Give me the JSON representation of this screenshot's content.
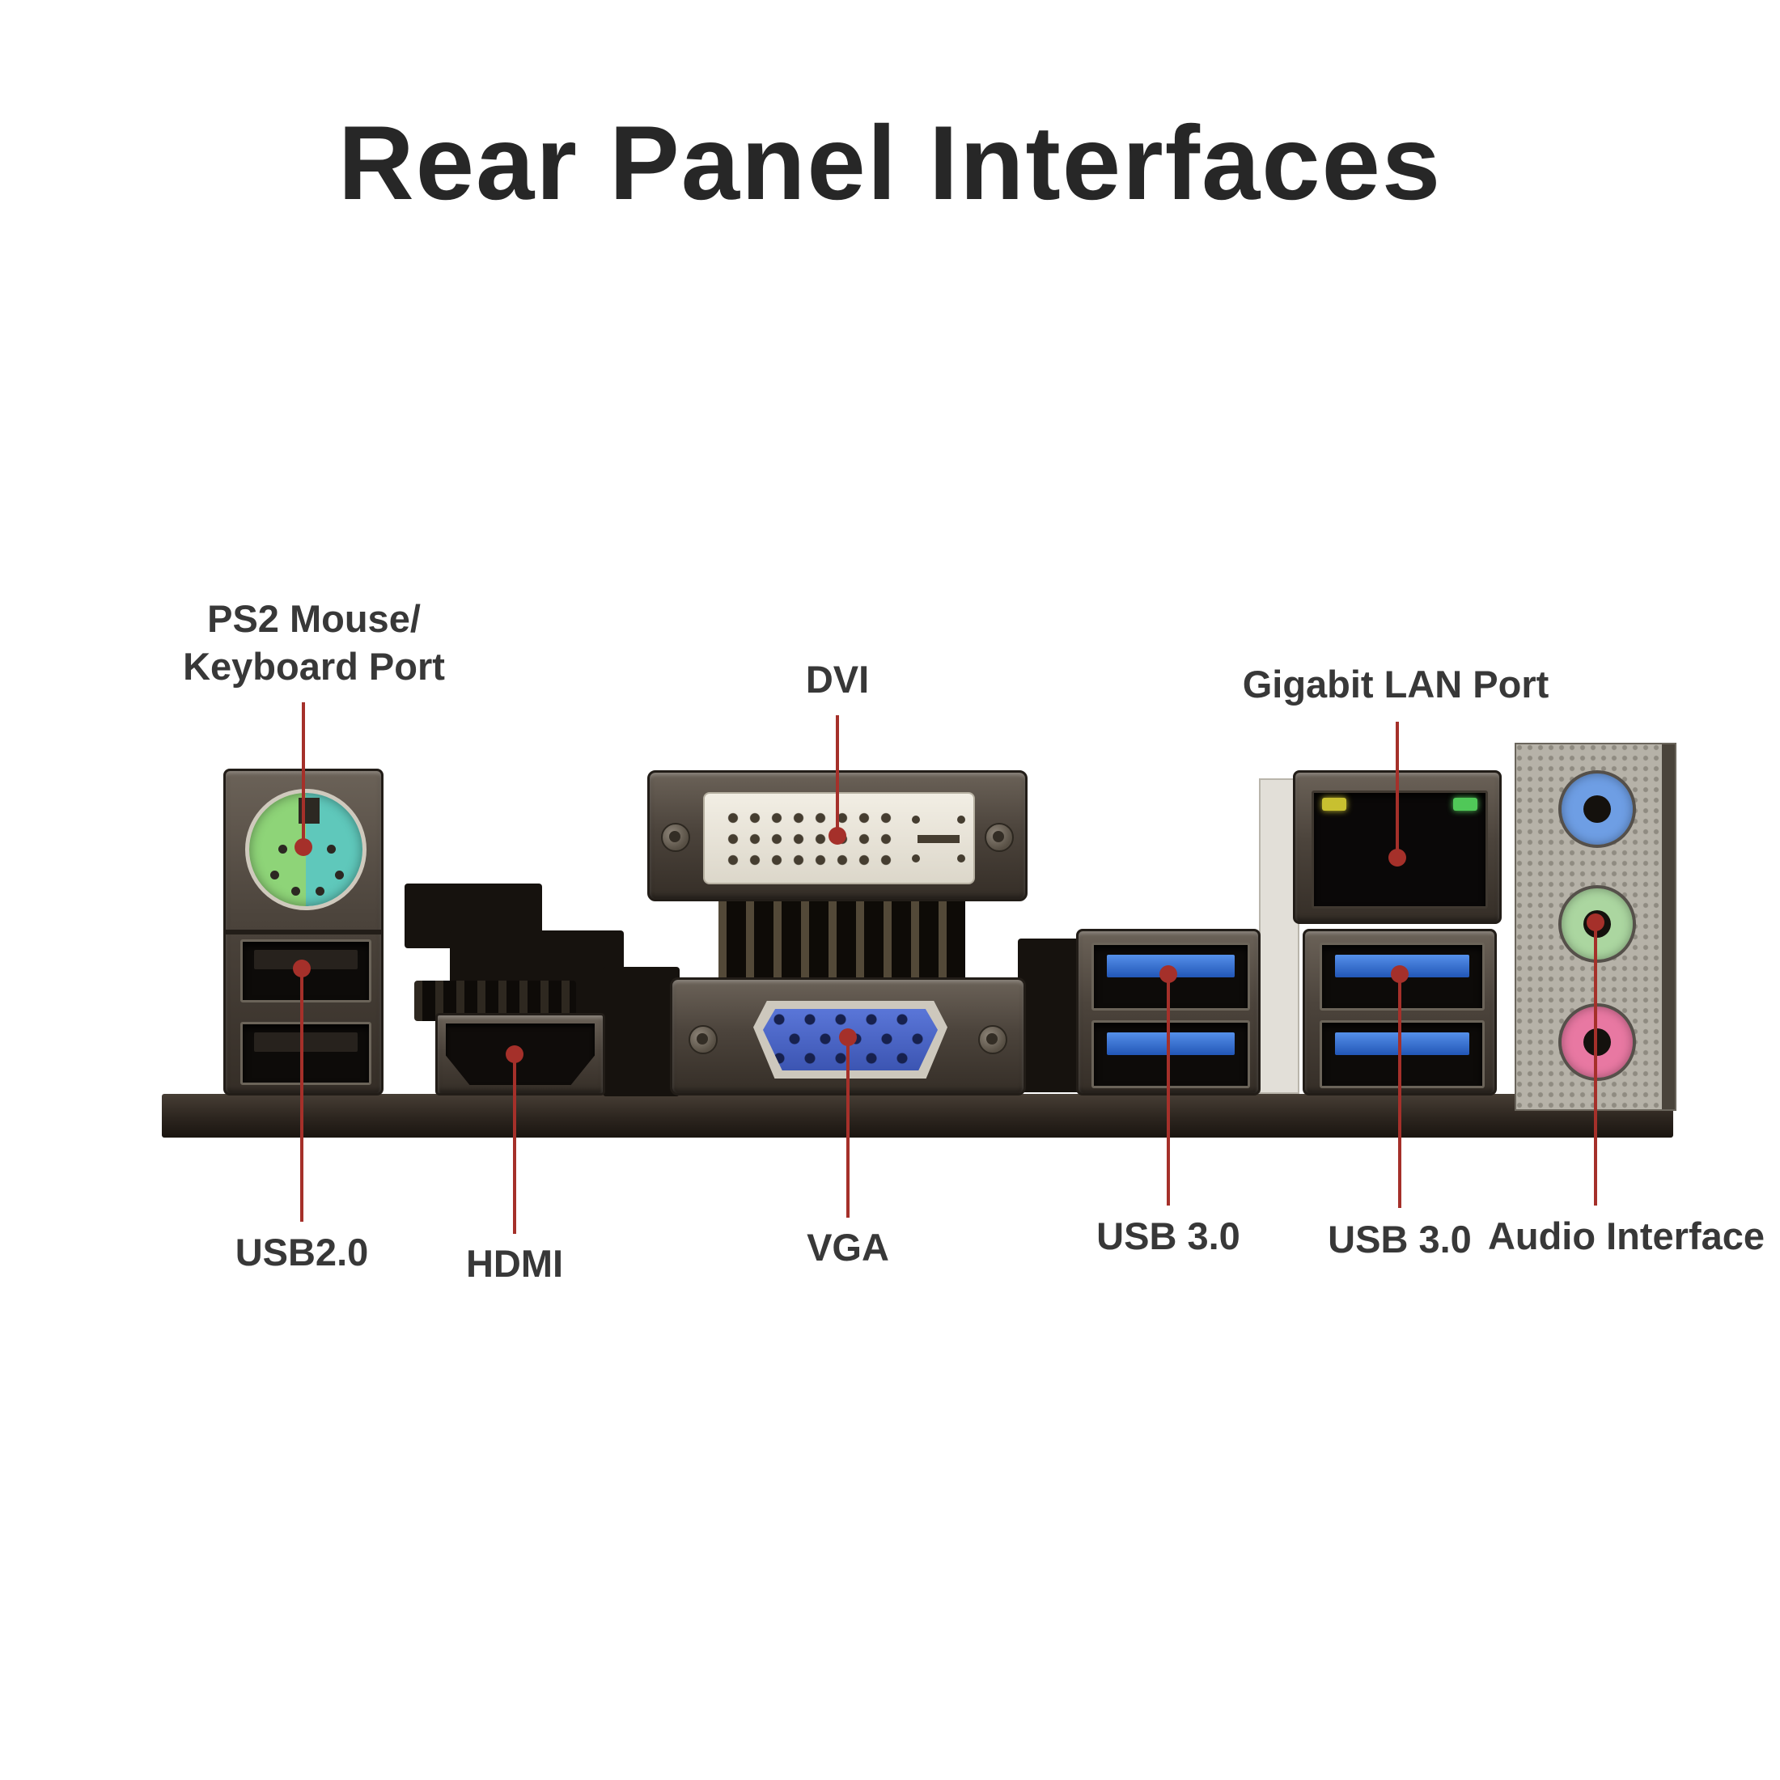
{
  "title": "Rear Panel Interfaces",
  "callouts": {
    "ps2": {
      "label_line1": "PS2 Mouse/",
      "label_line2": "Keyboard Port"
    },
    "dvi": {
      "label": "DVI"
    },
    "lan": {
      "label": "Gigabit LAN Port"
    },
    "usb2": {
      "label": "USB2.0"
    },
    "hdmi": {
      "label": "HDMI"
    },
    "vga": {
      "label": "VGA"
    },
    "usb3_left": {
      "label": "USB 3.0"
    },
    "usb3_right": {
      "label": "USB 3.0"
    },
    "audio": {
      "label": "Audio Interface"
    }
  },
  "colors": {
    "callout_red": "#a5302a",
    "title_text": "#272727",
    "label_text": "#383838",
    "usb3_blue": "#2f6fd6",
    "vga_blue": "#4a66c8",
    "ps2_green": "#8ed478",
    "ps2_teal": "#5fc8bb",
    "audio_jack_blue": "#6e9ee4",
    "audio_jack_green": "#abd6a0",
    "audio_jack_pink": "#e878a2",
    "led_yellow": "#c8c030",
    "led_green": "#50c858"
  }
}
